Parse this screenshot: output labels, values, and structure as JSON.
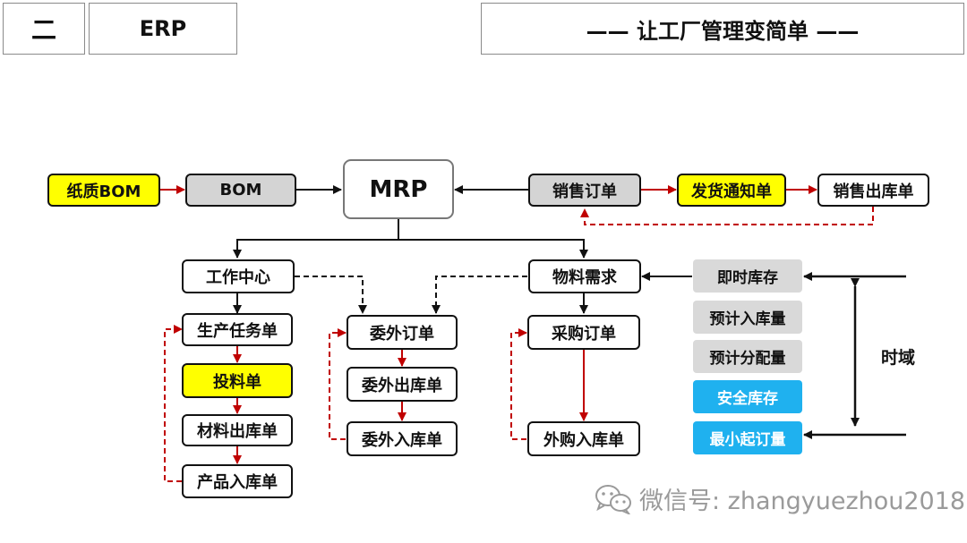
{
  "header": {
    "section": "二",
    "title": "ERP",
    "slogan": "—— 让工厂管理变简单 ——"
  },
  "nodes": {
    "paper_bom": "纸质BOM",
    "bom": "BOM",
    "mrp": "MRP",
    "sales_order": "销售订单",
    "delivery_notice": "发货通知单",
    "sales_outbound": "销售出库单",
    "work_center": "工作中心",
    "production_task": "生产任务单",
    "material_issue": "投料单",
    "material_outbound": "材料出库单",
    "product_inbound": "产品入库单",
    "outsource_order": "委外订单",
    "outsource_outbound": "委外出库单",
    "outsource_inbound": "委外入库单",
    "material_demand": "物料需求",
    "purchase_order": "采购订单",
    "purchase_inbound": "外购入库单",
    "current_stock": "即时库存",
    "expected_inbound": "预计入库量",
    "expected_allocation": "预计分配量",
    "safety_stock": "安全库存",
    "min_order_qty": "最小起订量",
    "time_domain": "时域"
  },
  "watermark": {
    "icon": "wechat-icon",
    "text": "微信号: zhangyuezhou2018"
  },
  "colors": {
    "highlight_yellow": "#ffff00",
    "gray_fill": "#d4d4d4",
    "cyan_fill": "#1fb1ef",
    "flow_red": "#c00000",
    "flow_black": "#111111"
  }
}
